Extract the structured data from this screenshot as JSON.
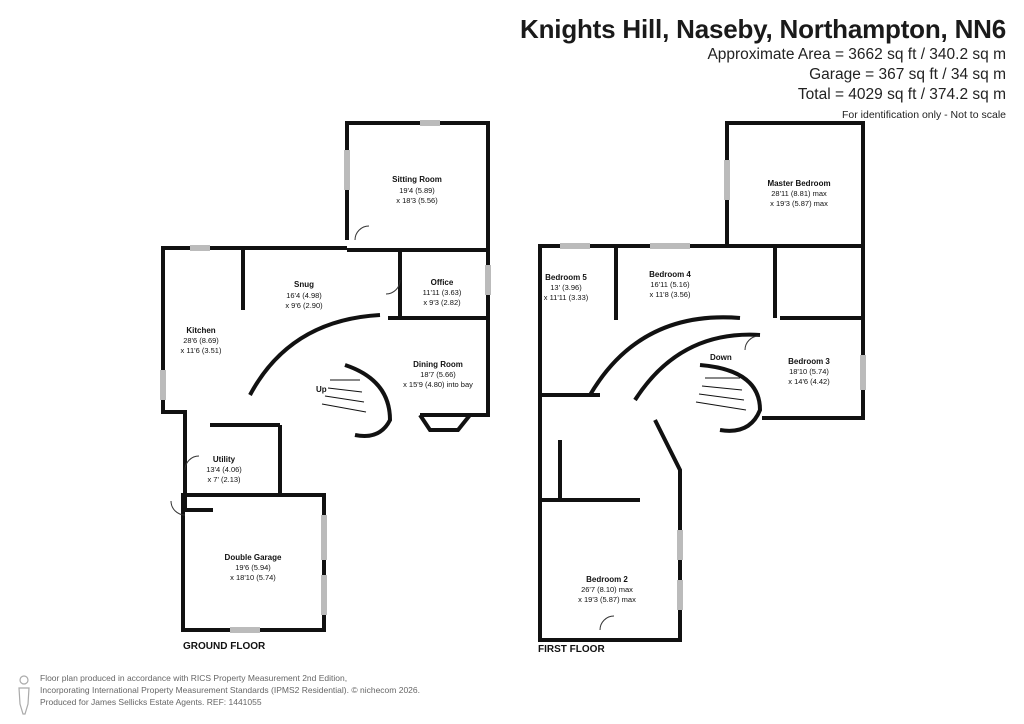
{
  "header": {
    "title": "Knights Hill, Naseby, Northampton, NN6",
    "approx_area": "Approximate Area = 3662 sq ft / 340.2 sq m",
    "garage": "Garage = 367 sq ft / 34 sq m",
    "total": "Total = 4029 sq ft / 374.2 sq m",
    "note": "For identification only - Not to scale"
  },
  "ground_floor": {
    "label": "GROUND FLOOR",
    "stairs_label": "Up",
    "rooms": [
      {
        "name": "Sitting Room",
        "dim1": "19'4 (5.89)",
        "dim2": "x 18'3 (5.56)"
      },
      {
        "name": "Snug",
        "dim1": "16'4 (4.98)",
        "dim2": "x 9'6 (2.90)"
      },
      {
        "name": "Office",
        "dim1": "11'11 (3.63)",
        "dim2": "x 9'3 (2.82)"
      },
      {
        "name": "Kitchen",
        "dim1": "28'6 (8.69)",
        "dim2": "x 11'6 (3.51)"
      },
      {
        "name": "Dining Room",
        "dim1": "18'7 (5.66)",
        "dim2": "x 15'9 (4.80) into bay"
      },
      {
        "name": "Utility",
        "dim1": "13'4 (4.06)",
        "dim2": "x 7' (2.13)"
      },
      {
        "name": "Double Garage",
        "dim1": "19'6 (5.94)",
        "dim2": "x 18'10 (5.74)"
      }
    ]
  },
  "first_floor": {
    "label": "FIRST FLOOR",
    "stairs_label": "Down",
    "rooms": [
      {
        "name": "Master Bedroom",
        "dim1": "28'11 (8.81) max",
        "dim2": "x 19'3 (5.87) max"
      },
      {
        "name": "Bedroom 5",
        "dim1": "13' (3.96)",
        "dim2": "x 11'11 (3.33)"
      },
      {
        "name": "Bedroom 4",
        "dim1": "16'11 (5.16)",
        "dim2": "x 11'8 (3.56)"
      },
      {
        "name": "Bedroom 3",
        "dim1": "18'10 (5.74)",
        "dim2": "x 14'6 (4.42)"
      },
      {
        "name": "Bedroom 2",
        "dim1": "26'7 (8.10) max",
        "dim2": "x 19'3 (5.87) max"
      }
    ]
  },
  "footer": {
    "line1": "Floor plan produced in accordance with RICS Property Measurement 2nd Edition,",
    "line2": "Incorporating International Property Measurement Standards (IPMS2 Residential).  © nichecom 2026.",
    "line3": "Produced for James Sellicks Estate Agents.  REF: 1441055"
  },
  "colors": {
    "wall": "#111111",
    "window": "#bbbbbb",
    "stair_accent": "#7a9fc4"
  }
}
